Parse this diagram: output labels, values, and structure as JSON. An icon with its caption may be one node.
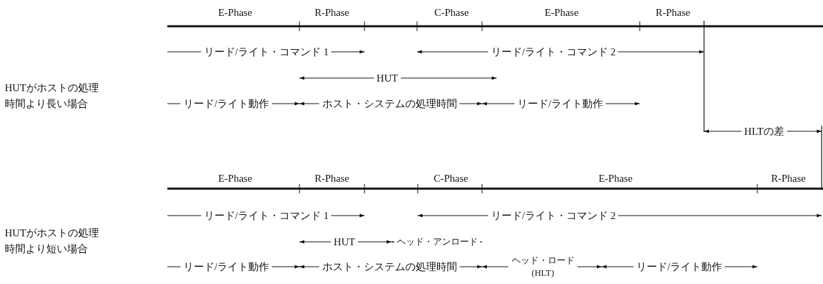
{
  "diagram": {
    "labels": [
      "E-Phase",
      "R-Phase",
      "C-Phase",
      "E-Phase",
      "R-Phase",
      "リード/ライト・コマンド 1",
      "リード/ライト・コマンド 2",
      "HUTがホストの処理時間より長い場合",
      "HUT",
      "リード/ライト動作",
      "ホスト・システムの処理時間",
      "リード/ライト動作",
      "HLTの差",
      "E-Phase",
      "R-Phase",
      "C-Phase",
      "E-Phase",
      "R-Phase",
      "リード/ライト・コマンド 1",
      "リード/ライト・コマンド 2",
      "HUTがホストの処理時間より短い場合",
      "HUT",
      "ヘッド・アンロード",
      "リード/ライト動作",
      "ホスト・システムの処理時間",
      "ヘッド・ロード (HLT)",
      "リード/ライト動作"
    ]
  }
}
